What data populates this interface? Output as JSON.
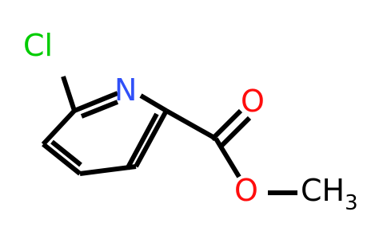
{
  "molecule": {
    "atoms": {
      "chlorine": {
        "symbol": "Cl",
        "color": "#00CC00"
      },
      "nitrogen": {
        "symbol": "N",
        "color": "#3050F8"
      },
      "carbonyl_oxygen": {
        "symbol": "O",
        "color": "#FF0D0D"
      },
      "ester_oxygen": {
        "symbol": "O",
        "color": "#FF0D0D"
      },
      "methyl": {
        "symbol": "CH",
        "subscript": "3",
        "color": "#000000"
      }
    },
    "bond_color": "#000000"
  }
}
